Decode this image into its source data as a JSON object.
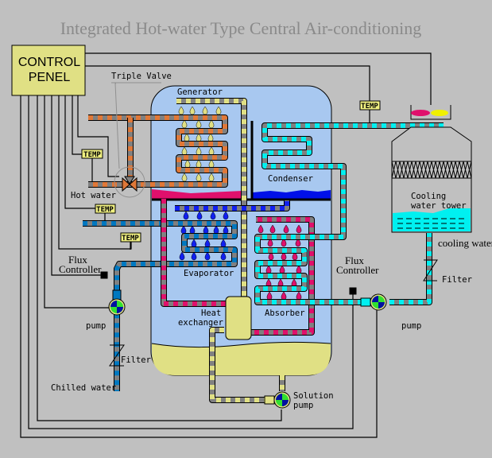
{
  "title": "Integrated  Hot-water Type Central Air-conditioning",
  "control_panel": {
    "line1": "CONTROL",
    "line2": "PENEL"
  },
  "labels": {
    "triple_valve": "Triple Valve",
    "generator": "Generator",
    "hot_water": "Hot water",
    "condenser": "Condenser",
    "cooling_tower_1": "Cooling",
    "cooling_tower_2": "water tower",
    "cooling_water": "cooling water",
    "filter_right": "Filter",
    "flux_right_1": "Flux",
    "flux_right_2": "Controller",
    "pump_right": "pump",
    "evaporator": "Evaporator",
    "heat_1": "Heat",
    "heat_2": "exchanger",
    "absorber": "Absorber",
    "flux_left_1": "Flux",
    "flux_left_2": "Controller",
    "pump_left": "pump",
    "filter_left": "Filter",
    "chilled_water": "Chilled water",
    "solution_1": "Solution",
    "solution_2": "pump"
  },
  "temp_sensors": [
    "TEMP",
    "TEMP",
    "TEMP",
    "TEMP"
  ],
  "colors": {
    "background": "#c0c0c0",
    "vessel": "#a8c8f0",
    "solution": "#e0e084",
    "hot_water_pipe": "#e07838",
    "chilled_water_pipe": "#0078c0",
    "refrigerant_pipe": "#1020f0",
    "cooling_water_pipe": "#00f0f0",
    "strong_solution_pipe": "#e0106c",
    "weak_solution_pipe": "#e0e084"
  }
}
